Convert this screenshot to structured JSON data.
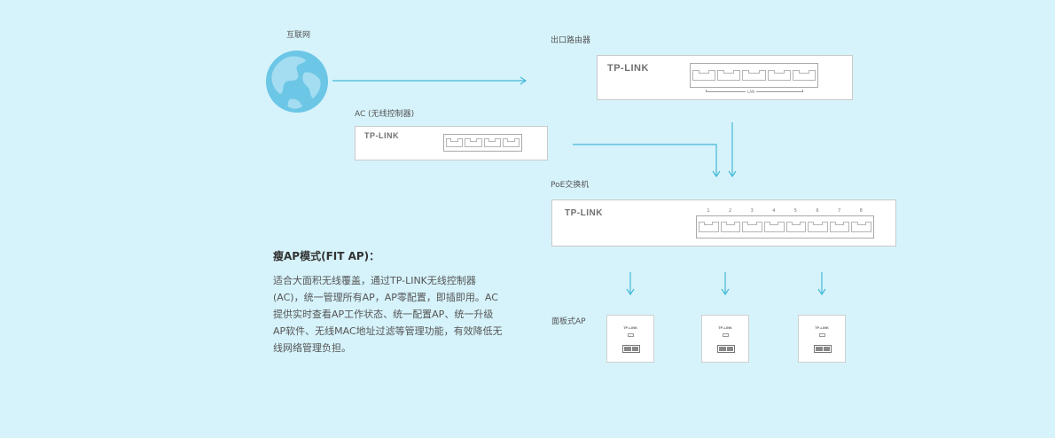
{
  "labels": {
    "internet": "互联网",
    "router": "出口路由器",
    "ac": "AC (无线控制器)",
    "poe": "PoE交换机",
    "panel_ap": "面板式AP"
  },
  "devices": {
    "router_brand": "TP-LINK",
    "router_lan": "LAN",
    "ac_brand": "TP-LINK",
    "poe_brand": "TP-LINK",
    "poe_ports": [
      "1",
      "2",
      "3",
      "4",
      "5",
      "6",
      "7",
      "8"
    ],
    "ap_brand": "TP-LINK"
  },
  "description": {
    "title": "瘦AP模式(FIT AP)：",
    "body": "适合大面积无线覆盖，通过TP-LINK无线控制器(AC)，统一管理所有AP，AP零配置，即插即用。AC提供实时查看AP工作状态、统一配置AP、统一升级AP软件、无线MAC地址过滤等管理功能，有效降低无线网络管理负担。"
  },
  "colors": {
    "background": "#d6f3fb",
    "arrow": "#45b9d8",
    "globe_ocean": "#6cc6e6",
    "globe_land": "#a4ddf1"
  },
  "icons": {
    "internet": "globe-icon"
  }
}
